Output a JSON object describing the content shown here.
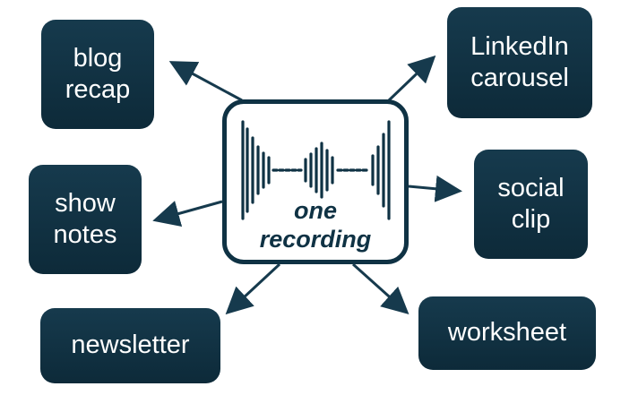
{
  "center": {
    "label": "one\nrecording"
  },
  "outputs": {
    "blog_recap": "blog\nrecap",
    "linkedin_carousel": "LinkedIn\ncarousel",
    "show_notes": "show\nnotes",
    "social_clip": "social\nclip",
    "newsletter": "newsletter",
    "worksheet": "worksheet"
  },
  "colors": {
    "box_fill": "#113546",
    "line": "#163a4d",
    "text": "#ffffff"
  }
}
